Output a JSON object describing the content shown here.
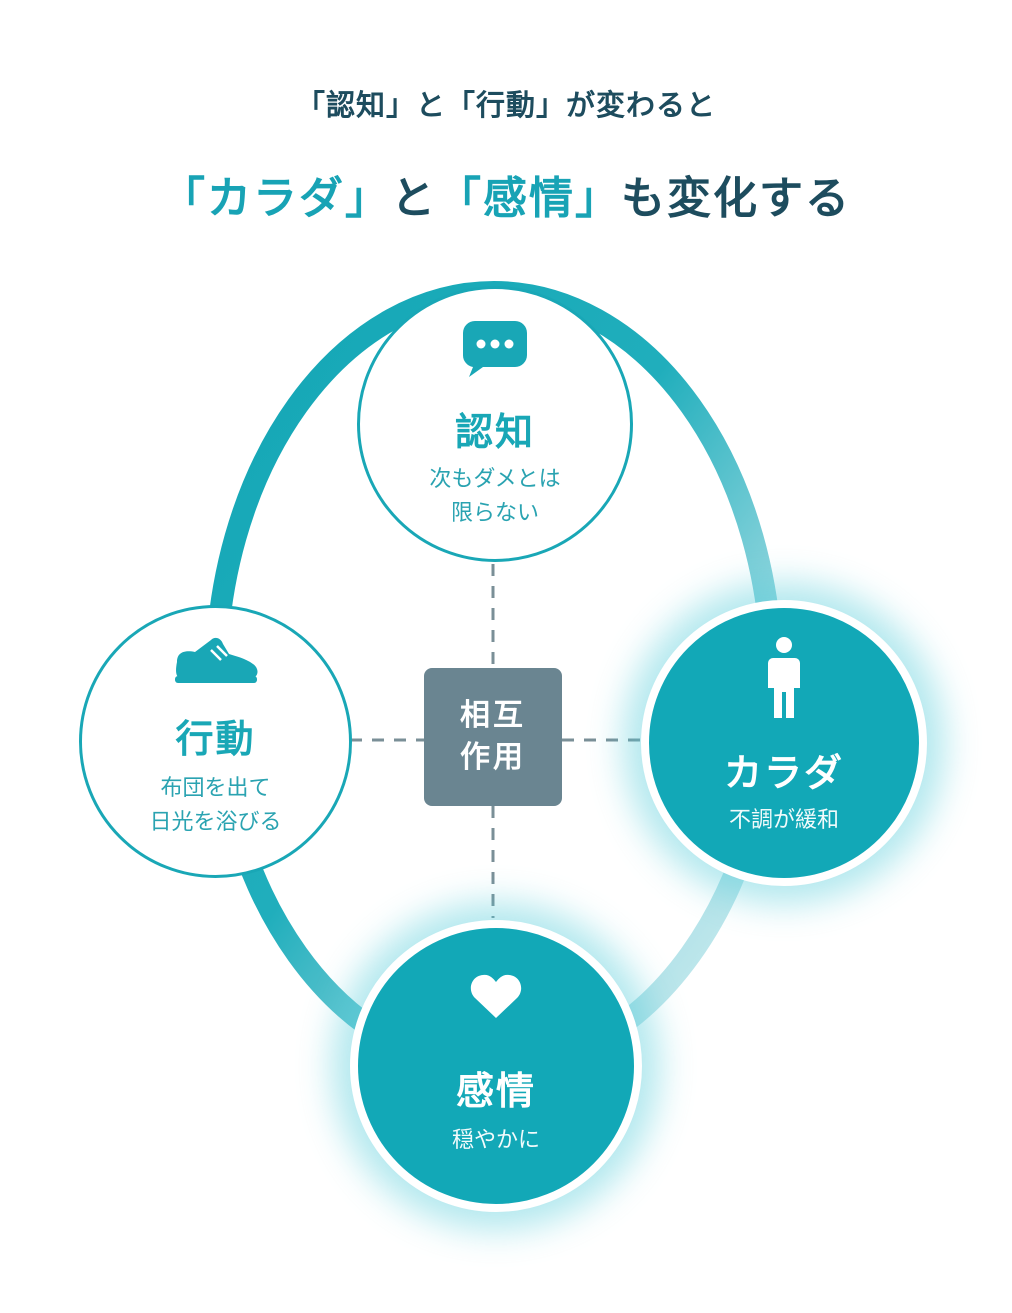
{
  "headline": {
    "line1": "「認知」と「行動」が変わると",
    "line2_parts": [
      {
        "text": "「カラダ」",
        "accent": true
      },
      {
        "text": "と",
        "accent": false
      },
      {
        "text": "「感情」",
        "accent": true
      },
      {
        "text": "も変化する",
        "accent": false
      }
    ]
  },
  "center": {
    "line1": "相互",
    "line2": "作用"
  },
  "nodes": {
    "cognition": {
      "title": "認知",
      "desc1": "次もダメとは",
      "desc2": "限らない",
      "icon": "speech-bubble-icon"
    },
    "action": {
      "title": "行動",
      "desc1": "布団を出て",
      "desc2": "日光を浴びる",
      "icon": "sneaker-icon"
    },
    "body": {
      "title": "カラダ",
      "desc1": "不調が緩和",
      "icon": "person-icon"
    },
    "emotion": {
      "title": "感情",
      "desc1": "穏やかに",
      "icon": "heart-icon"
    }
  },
  "colors": {
    "accent": "#18a3b5",
    "navy": "#1d4c5e",
    "ring": "#13a6b5",
    "filled": "#12a8b7",
    "center_box": "#6a8591",
    "dash": "#7a8f97"
  }
}
